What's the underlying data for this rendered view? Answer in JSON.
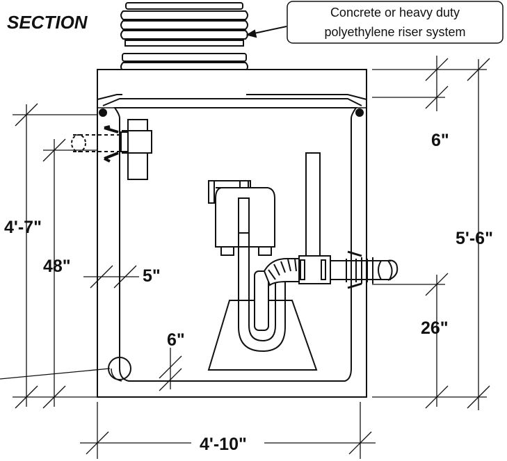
{
  "title": "SECTION",
  "callout": {
    "line1": "Concrete or heavy duty",
    "line2": "polyethylene riser system"
  },
  "dimensions": {
    "lid_thickness": "6\"",
    "overall_height": "5'-6\"",
    "outlet_height": "26\"",
    "inner_height": "4'-7\"",
    "water_level": "48\"",
    "wall_thickness": "5\"",
    "floor_thickness": "6\"",
    "overall_width": "4'-10\""
  },
  "colors": {
    "line": "#111111",
    "fill_light": "#ffffff",
    "fill_dark": "#111111"
  }
}
